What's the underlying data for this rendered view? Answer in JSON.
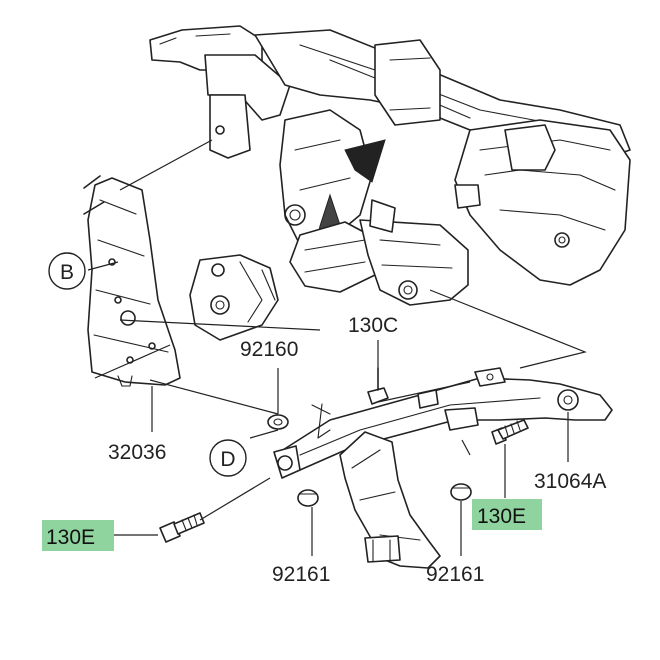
{
  "colors": {
    "highlight": "#8fd39f",
    "line": "#222222",
    "background": "#ffffff"
  },
  "callouts": {
    "b": "B",
    "d": "D"
  },
  "labels": {
    "p92160": "92160",
    "p130c": "130C",
    "p32036": "32036",
    "p31064a": "31064A",
    "p130e_right": "130E",
    "p130e_left": "130E",
    "p92161_left": "92161",
    "p92161_right": "92161"
  }
}
